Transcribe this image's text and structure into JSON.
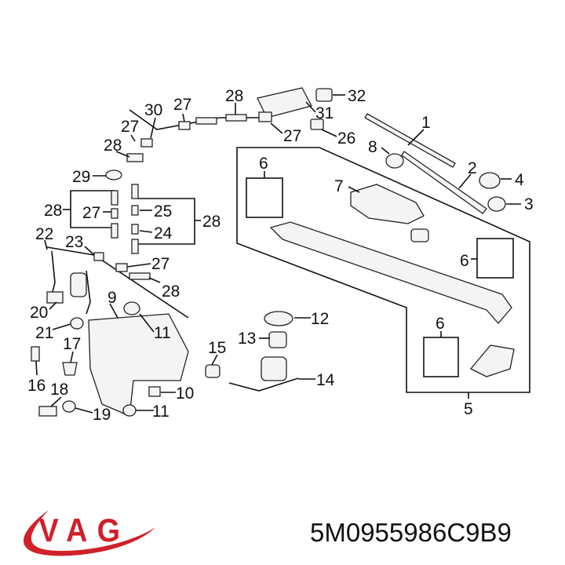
{
  "brand": {
    "logo_text": "VAG",
    "logo_color": "#d0202a"
  },
  "part_number": "5M0955986C9B9",
  "callouts": {
    "c1": "1",
    "c2": "2",
    "c3": "3",
    "c4": "4",
    "c5": "5",
    "c6": "6",
    "c7": "7",
    "c8": "8",
    "c9": "9",
    "c10": "10",
    "c11": "11",
    "c12": "12",
    "c13": "13",
    "c14": "14",
    "c15": "15",
    "c16": "16",
    "c17": "17",
    "c18": "18",
    "c19": "19",
    "c20": "20",
    "c21": "21",
    "c22": "22",
    "c23": "23",
    "c24": "24",
    "c25": "25",
    "c26": "26",
    "c27": "27",
    "c28": "28",
    "c29": "29",
    "c30": "30",
    "c31": "31",
    "c32": "32"
  }
}
